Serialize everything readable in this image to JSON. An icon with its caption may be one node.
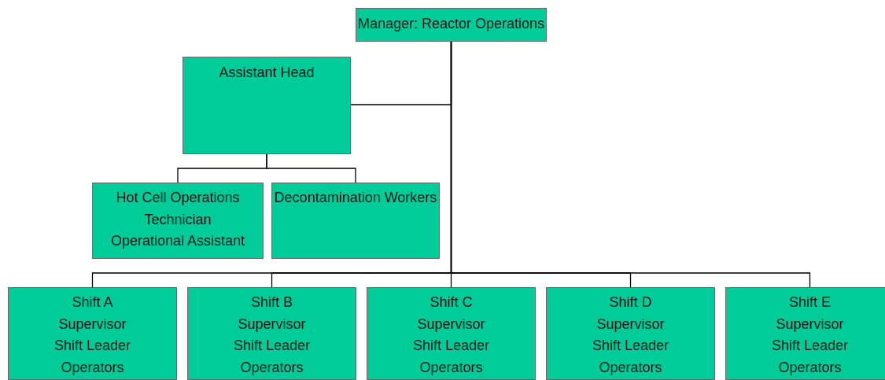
{
  "diagram": {
    "nodes": [
      {
        "text": [
          "Manager: Reactor Operations"
        ]
      },
      {
        "text": [
          "Assistant Head"
        ]
      },
      {
        "text": [
          "Hot Cell Operations",
          "Technician",
          "Operational Assistant"
        ]
      },
      {
        "text": [
          "Decontamination Workers"
        ]
      },
      {
        "text": [
          "Shift A",
          "Supervisor",
          "Shift Leader",
          "Operators"
        ]
      },
      {
        "text": [
          "Shift B",
          "Supervisor",
          "Shift Leader",
          "Operators"
        ]
      },
      {
        "text": [
          "Shift C",
          "Supervisor",
          "Shift Leader",
          "Operators"
        ]
      },
      {
        "text": [
          "Shift D",
          "Supervisor",
          "Shift Leader",
          "Operators"
        ]
      },
      {
        "text": [
          "Shift E",
          "Supervisor",
          "Shift Leader",
          "Operators"
        ]
      }
    ],
    "edges": [
      {
        "from": 0,
        "to": 1,
        "arrow": "none"
      },
      {
        "from": 1,
        "to": 2,
        "arrow": "none"
      },
      {
        "from": 1,
        "to": 3,
        "arrow": "none"
      },
      {
        "from": 0,
        "to": 4,
        "arrow": "none"
      },
      {
        "from": 0,
        "to": 5,
        "arrow": "none"
      },
      {
        "from": 0,
        "to": 6,
        "arrow": "none"
      },
      {
        "from": 0,
        "to": 7,
        "arrow": "none"
      },
      {
        "from": 0,
        "to": 8,
        "arrow": "none"
      }
    ]
  }
}
